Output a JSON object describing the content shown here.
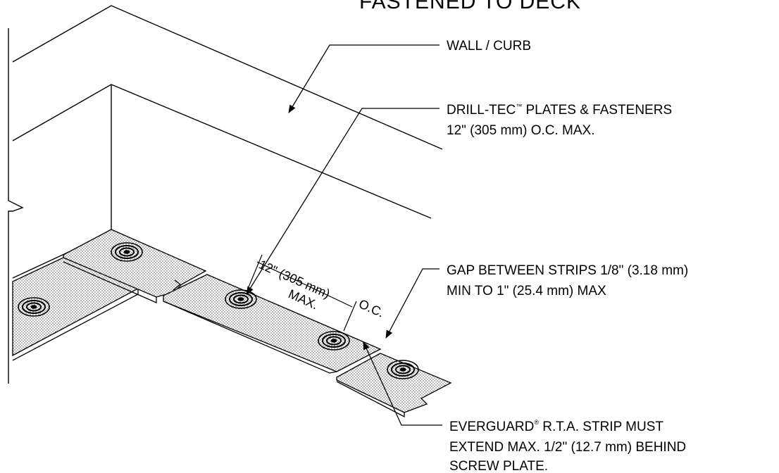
{
  "title": "FASTENED TO DECK",
  "labels": {
    "wall_curb": "WALL / CURB",
    "plates_line1_a": "DRILL-TEC",
    "plates_tm": "™",
    "plates_line1_b": " PLATES & FASTENERS",
    "plates_line2": "12\" (305 mm) O.C. MAX.",
    "gap_line1": "GAP BETWEEN STRIPS 1/8\" (3.18 mm)",
    "gap_line2": "MIN TO 1\" (25.4 mm) MAX",
    "strip_line1_a": "EVERGUARD",
    "strip_reg": "®",
    "strip_line1_b": " R.T.A. STRIP MUST",
    "strip_line2": "EXTEND MAX. 1/2\" (12.7 mm) BEHIND",
    "strip_line3": "SCREW PLATE."
  },
  "dimension": {
    "line1": "12\" (305 mm)",
    "line2": "MAX.",
    "oc": "O.C."
  },
  "colors": {
    "ink": "#000000",
    "fill": "#e6e6e6"
  }
}
